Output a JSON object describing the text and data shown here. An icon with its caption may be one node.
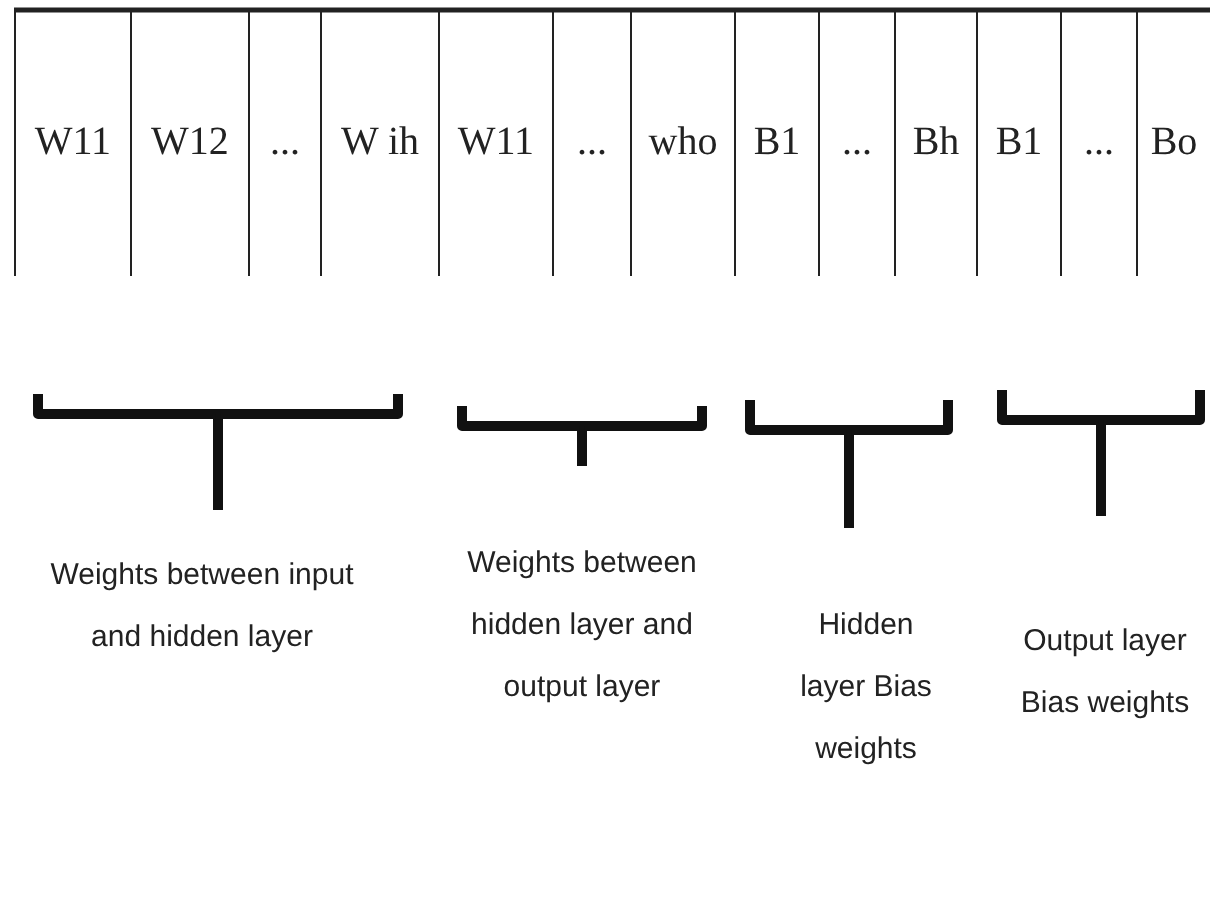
{
  "diagram": {
    "labels": [
      "W11",
      "W12",
      "...",
      "W ih",
      "W11",
      "...",
      "who",
      "B1",
      "...",
      "Bh",
      "B1",
      "...",
      "Bo",
      "Weights between input and hidden layer",
      "Weights between hidden layer and output layer",
      "Hidden layer Bias weights",
      "Output layer Bias weights"
    ]
  }
}
